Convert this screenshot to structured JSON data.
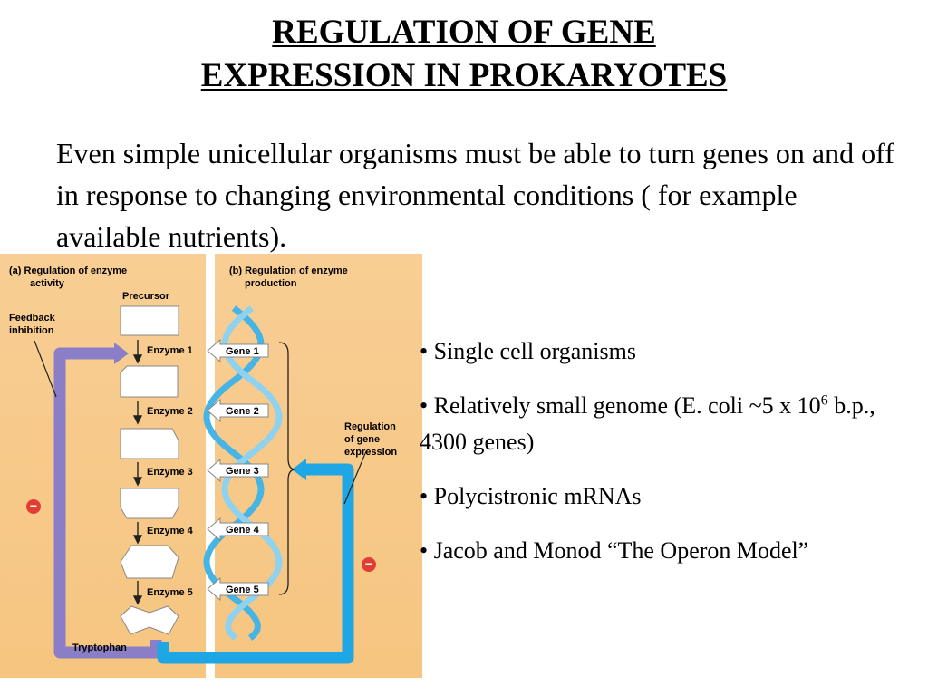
{
  "title": {
    "line1": "REGULATION OF GENE",
    "line2": "EXPRESSION IN PROKARYOTES"
  },
  "intro": "Even simple unicellular organisms must be able to turn genes on and off in response to changing environmental conditions ( for example available nutrients).",
  "figure": {
    "panel_a": {
      "label_line1": "(a) Regulation of enzyme",
      "label_line2": "activity",
      "precursor": "Precursor",
      "feedback_line1": "Feedback",
      "feedback_line2": "inhibition",
      "enzymes": [
        "Enzyme 1",
        "Enzyme 2",
        "Enzyme 3",
        "Enzyme 4",
        "Enzyme 5"
      ],
      "product": "Tryptophan",
      "minus": "−"
    },
    "panel_b": {
      "label_line1": "(b) Regulation of enzyme",
      "label_line2": "production",
      "genes": [
        "Gene 1",
        "Gene 2",
        "Gene 3",
        "Gene 4",
        "Gene 5"
      ],
      "regulation_line1": "Regulation",
      "regulation_line2": "of gene",
      "regulation_line3": "expression",
      "minus": "−"
    },
    "colors": {
      "panel_bg": "#f8ce94",
      "feedback_arrow": "#8a7fc6",
      "regulation_arrow": "#1fa6e4",
      "inhibit_badge": "#e23d33",
      "dna_strand": "#47b4e6"
    }
  },
  "bullets": [
    {
      "text": "• Single cell organisms"
    },
    {
      "pre": "• Relatively small genome (E. coli ~5 x 10",
      "sup": "6",
      "post": " b.p., 4300 genes)"
    },
    {
      "text": "• Polycistronic mRNAs"
    },
    {
      "text": "•  Jacob and Monod  “The Operon Model”"
    }
  ]
}
